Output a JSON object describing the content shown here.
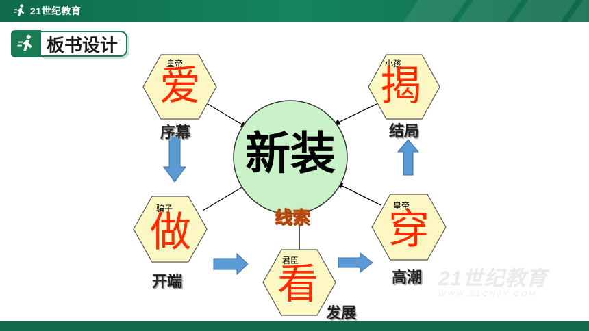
{
  "header": {
    "logo_text": "21世纪教育"
  },
  "title": {
    "text": "板书设计"
  },
  "center": {
    "text": "新装",
    "clue": "线索"
  },
  "nodes": {
    "top_left": {
      "label": "皇帝",
      "char": "爱",
      "caption": "序幕"
    },
    "top_right": {
      "label": "小孩",
      "char": "揭",
      "caption": "结局"
    },
    "mid_left": {
      "label": "骗子",
      "char": "做",
      "caption": "开端"
    },
    "bottom": {
      "label": "君臣",
      "char": "看",
      "caption": "发展"
    },
    "mid_right": {
      "label": "皇帝",
      "char": "穿",
      "caption": "高潮"
    }
  },
  "watermark": {
    "main": "21世纪教育",
    "sub": "WWW.21CNJY.COM"
  },
  "colors": {
    "brand_green": "#0f6a4a",
    "hex_fill": "#fdf7c3",
    "circle_fill": "#c9f2c9",
    "char_red": "#ff2a00",
    "arrow_blue": "#5b9bd5"
  }
}
